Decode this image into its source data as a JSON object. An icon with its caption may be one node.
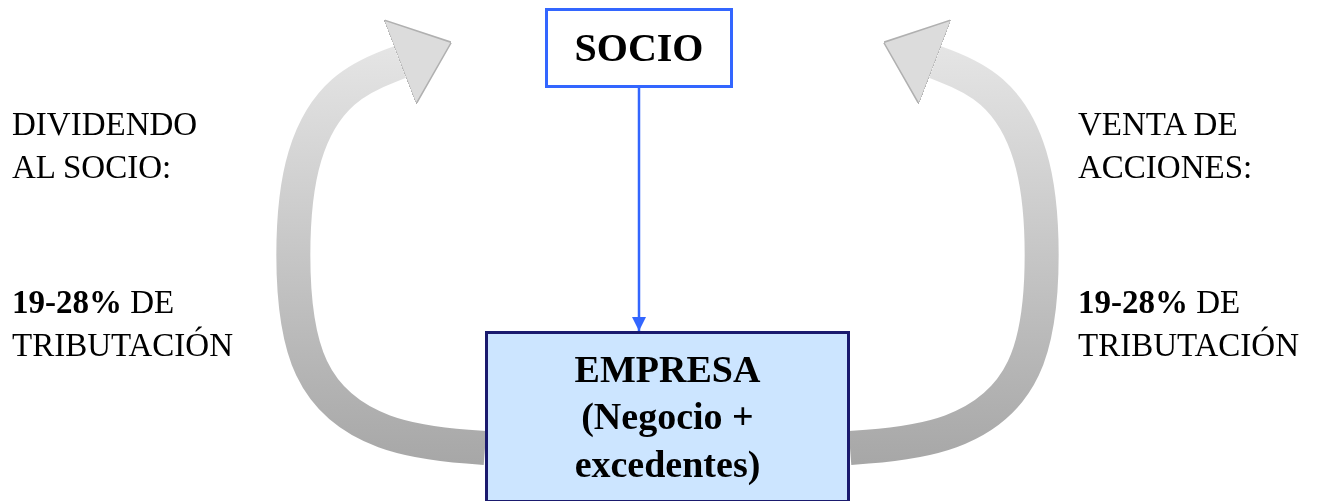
{
  "diagram": {
    "nodes": [
      {
        "text": [
          "SOCIO"
        ]
      },
      {
        "text": [
          "EMPRESA",
          "(Negocio + excedentes)"
        ]
      }
    ],
    "edges": [
      {
        "from": 0,
        "to": 1,
        "arrow": "to",
        "color": "#3366ff"
      },
      {
        "from": 1,
        "to": 0,
        "arrow": "to",
        "style": "thick"
      },
      {
        "from": 1,
        "to": 0,
        "arrow": "to",
        "style": "thick"
      }
    ],
    "labels": [
      "DIVIDENDO AL SOCIO:",
      "**19-28%** DE TRIBUTACIÓN",
      "VENTA DE ACCIONES:",
      "**19-28%** DE TRIBUTACIÓN"
    ]
  }
}
